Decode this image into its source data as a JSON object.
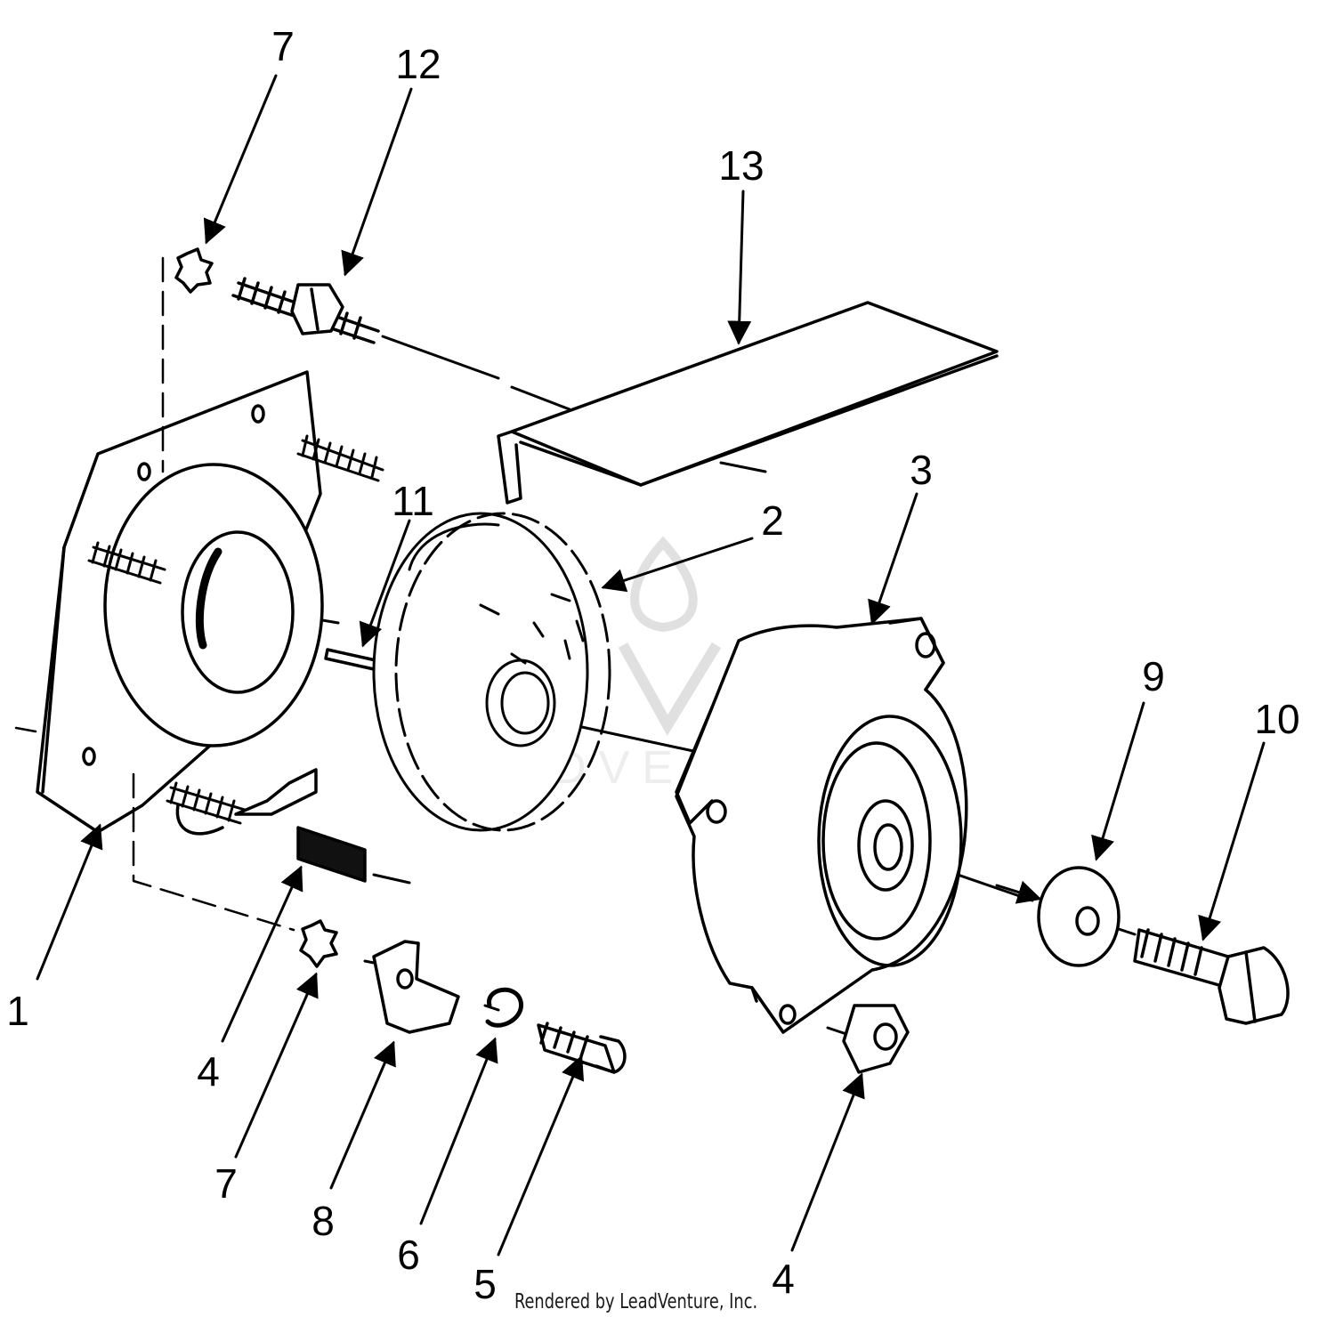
{
  "diagram": {
    "callouts": [
      {
        "id": "c7a",
        "label": "7"
      },
      {
        "id": "c12",
        "label": "12"
      },
      {
        "id": "c13",
        "label": "13"
      },
      {
        "id": "c11",
        "label": "11"
      },
      {
        "id": "c2",
        "label": "2"
      },
      {
        "id": "c3",
        "label": "3"
      },
      {
        "id": "c9",
        "label": "9"
      },
      {
        "id": "c10",
        "label": "10"
      },
      {
        "id": "c1",
        "label": "1"
      },
      {
        "id": "c4a",
        "label": "4"
      },
      {
        "id": "c7b",
        "label": "7"
      },
      {
        "id": "c8",
        "label": "8"
      },
      {
        "id": "c6",
        "label": "6"
      },
      {
        "id": "c5",
        "label": "5"
      },
      {
        "id": "c4b",
        "label": "4"
      }
    ],
    "watermark_text": "LEADVENTURE",
    "credit": "Rendered by LeadVenture, Inc."
  }
}
